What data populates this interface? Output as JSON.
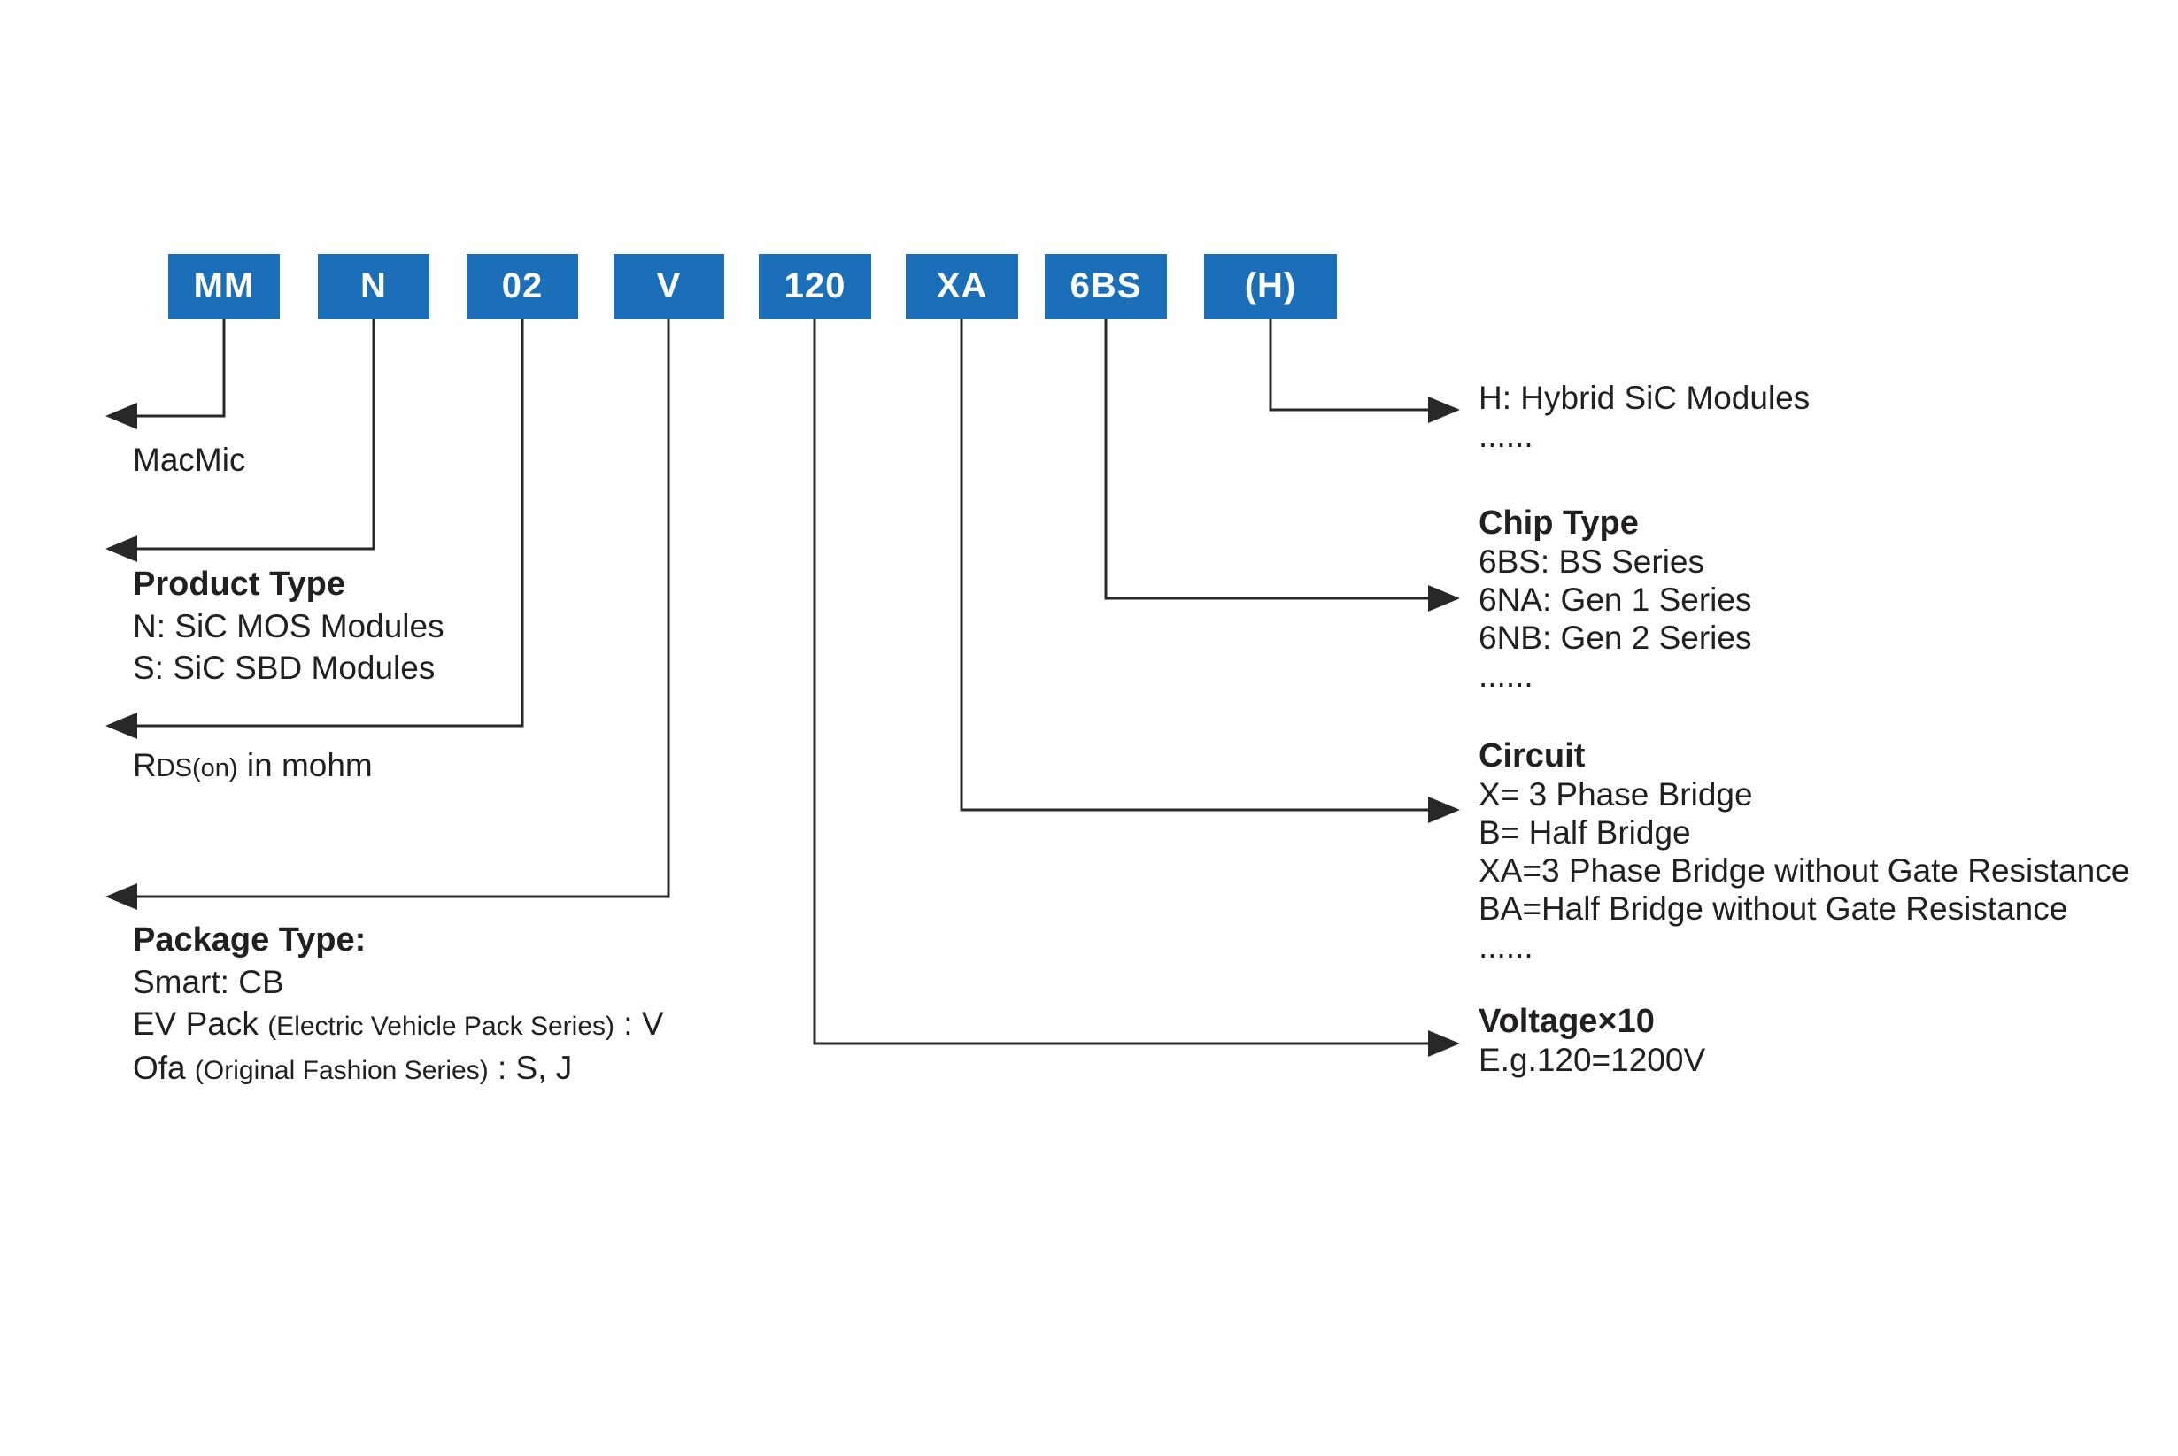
{
  "part_code": {
    "segments": [
      "MM",
      "N",
      "02",
      "V",
      "120",
      "XA",
      "6BS",
      "(H)"
    ]
  },
  "left": {
    "brand": "MacMic",
    "product_type": {
      "title": "Product Type",
      "items": [
        "N: SiC MOS Modules",
        "S: SiC SBD Modules"
      ]
    },
    "rds": {
      "r": "R",
      "sub": "DS(on)",
      "rest": " in mohm"
    },
    "package_type": {
      "title": "Package Type:",
      "smart": "Smart: CB",
      "ev_pack": {
        "name": "EV Pack ",
        "detail": "(Electric Vehicle Pack Series)",
        "codes": " :  V"
      },
      "ofa": {
        "name": "Ofa ",
        "detail": "(Original Fashion Series)",
        "codes": " : S, J"
      }
    }
  },
  "right": {
    "hybrid": {
      "item": "H: Hybrid SiC Modules",
      "ellipsis": "......"
    },
    "chip_type": {
      "title": "Chip Type",
      "items": [
        "6BS: BS Series",
        "6NA: Gen 1 Series",
        "6NB: Gen 2 Series",
        "......"
      ]
    },
    "circuit": {
      "title": "Circuit",
      "items": [
        "X= 3 Phase Bridge",
        "B= Half Bridge",
        "XA=3 Phase Bridge without Gate Resistance",
        "BA=Half Bridge without Gate Resistance",
        "......"
      ]
    },
    "voltage": {
      "title": "Voltage×10",
      "example": "E.g.120=1200V"
    }
  },
  "colors": {
    "box_blue": "#1A6FB8",
    "line": "#2A2728",
    "text": "#231F20"
  }
}
